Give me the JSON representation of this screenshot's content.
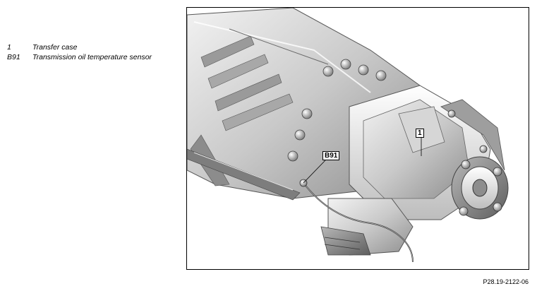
{
  "legend": {
    "items": [
      {
        "code": "1",
        "description": "Transfer case"
      },
      {
        "code": "B91",
        "description": "Transmission oil temperature sensor"
      }
    ]
  },
  "figure": {
    "callouts": [
      {
        "id": "transfer-case",
        "label": "1"
      },
      {
        "id": "oil-temp-sensor",
        "label": "B91"
      }
    ],
    "figure_id": "P28.19-2122-06"
  }
}
